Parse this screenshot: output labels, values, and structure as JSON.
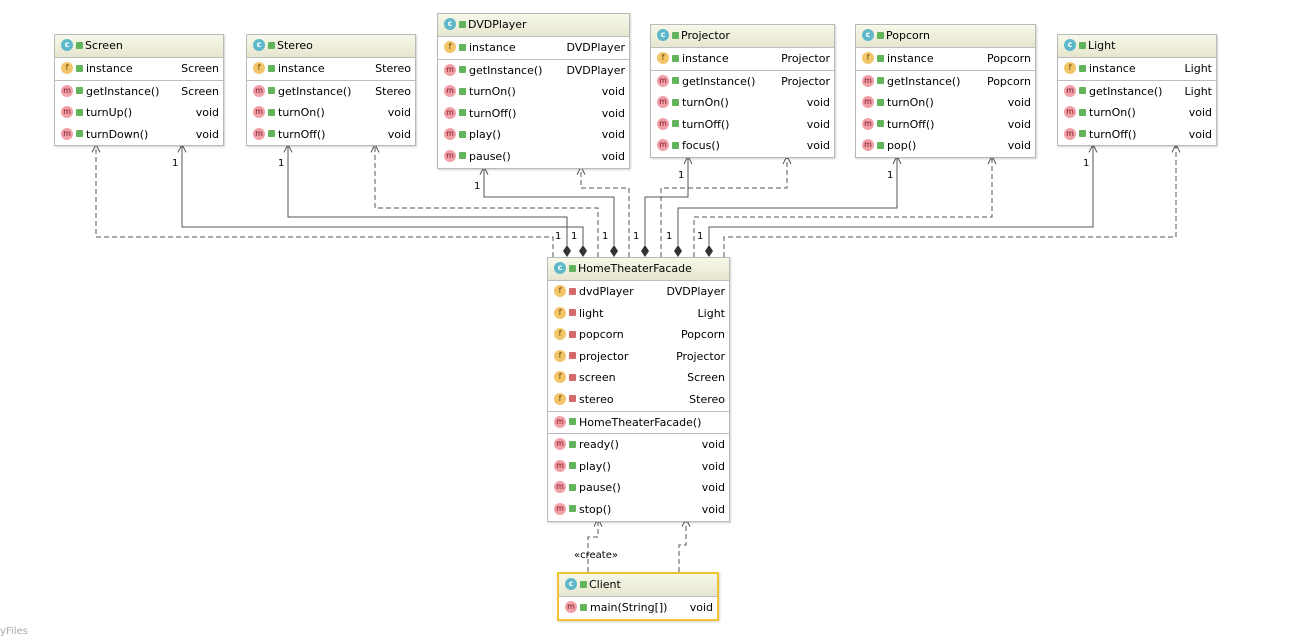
{
  "colors": {
    "header": "#e6e6cf",
    "class_icon": "#5fb8c9",
    "field_icon": "#f3c56a",
    "method_icon": "#f2a0a8",
    "selection": "#f1c232",
    "public": "#62b45a",
    "private": "#d46a6a"
  },
  "watermark": "yFiles",
  "create_label": "«create»",
  "multiplicity": "1",
  "classes": {
    "screen": {
      "name": "Screen",
      "fields": [
        {
          "icon": "f",
          "vis": "pub",
          "name": "instance",
          "type": "Screen"
        }
      ],
      "methods": [
        {
          "icon": "m",
          "vis": "pub",
          "name": "getInstance()",
          "type": "Screen"
        },
        {
          "icon": "m",
          "vis": "pub",
          "name": "turnUp()",
          "type": "void"
        },
        {
          "icon": "m",
          "vis": "pub",
          "name": "turnDown()",
          "type": "void"
        }
      ]
    },
    "stereo": {
      "name": "Stereo",
      "fields": [
        {
          "icon": "f",
          "vis": "pub",
          "name": "instance",
          "type": "Stereo"
        }
      ],
      "methods": [
        {
          "icon": "m",
          "vis": "pub",
          "name": "getInstance()",
          "type": "Stereo"
        },
        {
          "icon": "m",
          "vis": "pub",
          "name": "turnOn()",
          "type": "void"
        },
        {
          "icon": "m",
          "vis": "pub",
          "name": "turnOff()",
          "type": "void"
        }
      ]
    },
    "dvdplayer": {
      "name": "DVDPlayer",
      "fields": [
        {
          "icon": "f",
          "vis": "pub",
          "name": "instance",
          "type": "DVDPlayer"
        }
      ],
      "methods": [
        {
          "icon": "m",
          "vis": "pub",
          "name": "getInstance()",
          "type": "DVDPlayer"
        },
        {
          "icon": "m",
          "vis": "pub",
          "name": "turnOn()",
          "type": "void"
        },
        {
          "icon": "m",
          "vis": "pub",
          "name": "turnOff()",
          "type": "void"
        },
        {
          "icon": "m",
          "vis": "pub",
          "name": "play()",
          "type": "void"
        },
        {
          "icon": "m",
          "vis": "pub",
          "name": "pause()",
          "type": "void"
        }
      ]
    },
    "projector": {
      "name": "Projector",
      "fields": [
        {
          "icon": "f",
          "vis": "pub",
          "name": "instance",
          "type": "Projector"
        }
      ],
      "methods": [
        {
          "icon": "m",
          "vis": "pub",
          "name": "getInstance()",
          "type": "Projector"
        },
        {
          "icon": "m",
          "vis": "pub",
          "name": "turnOn()",
          "type": "void"
        },
        {
          "icon": "m",
          "vis": "pub",
          "name": "turnOff()",
          "type": "void"
        },
        {
          "icon": "m",
          "vis": "pub",
          "name": "focus()",
          "type": "void"
        }
      ]
    },
    "popcorn": {
      "name": "Popcorn",
      "fields": [
        {
          "icon": "f",
          "vis": "pub",
          "name": "instance",
          "type": "Popcorn"
        }
      ],
      "methods": [
        {
          "icon": "m",
          "vis": "pub",
          "name": "getInstance()",
          "type": "Popcorn"
        },
        {
          "icon": "m",
          "vis": "pub",
          "name": "turnOn()",
          "type": "void"
        },
        {
          "icon": "m",
          "vis": "pub",
          "name": "turnOff()",
          "type": "void"
        },
        {
          "icon": "m",
          "vis": "pub",
          "name": "pop()",
          "type": "void"
        }
      ]
    },
    "light": {
      "name": "Light",
      "fields": [
        {
          "icon": "f",
          "vis": "pub",
          "name": "instance",
          "type": "Light"
        }
      ],
      "methods": [
        {
          "icon": "m",
          "vis": "pub",
          "name": "getInstance()",
          "type": "Light"
        },
        {
          "icon": "m",
          "vis": "pub",
          "name": "turnOn()",
          "type": "void"
        },
        {
          "icon": "m",
          "vis": "pub",
          "name": "turnOff()",
          "type": "void"
        }
      ]
    },
    "facade": {
      "name": "HomeTheaterFacade",
      "fields": [
        {
          "icon": "f",
          "vis": "priv",
          "name": "dvdPlayer",
          "type": "DVDPlayer"
        },
        {
          "icon": "f",
          "vis": "priv",
          "name": "light",
          "type": "Light"
        },
        {
          "icon": "f",
          "vis": "priv",
          "name": "popcorn",
          "type": "Popcorn"
        },
        {
          "icon": "f",
          "vis": "priv",
          "name": "projector",
          "type": "Projector"
        },
        {
          "icon": "f",
          "vis": "priv",
          "name": "screen",
          "type": "Screen"
        },
        {
          "icon": "f",
          "vis": "priv",
          "name": "stereo",
          "type": "Stereo"
        }
      ],
      "constructors": [
        {
          "icon": "m",
          "vis": "pub",
          "name": "HomeTheaterFacade()",
          "type": ""
        }
      ],
      "methods": [
        {
          "icon": "m",
          "vis": "pub",
          "name": "ready()",
          "type": "void"
        },
        {
          "icon": "m",
          "vis": "pub",
          "name": "play()",
          "type": "void"
        },
        {
          "icon": "m",
          "vis": "pub",
          "name": "pause()",
          "type": "void"
        },
        {
          "icon": "m",
          "vis": "pub",
          "name": "stop()",
          "type": "void"
        }
      ]
    },
    "client": {
      "name": "Client",
      "fields": [],
      "methods": [
        {
          "icon": "m",
          "vis": "pub",
          "name": "main(String[])",
          "type": "void"
        }
      ]
    }
  }
}
